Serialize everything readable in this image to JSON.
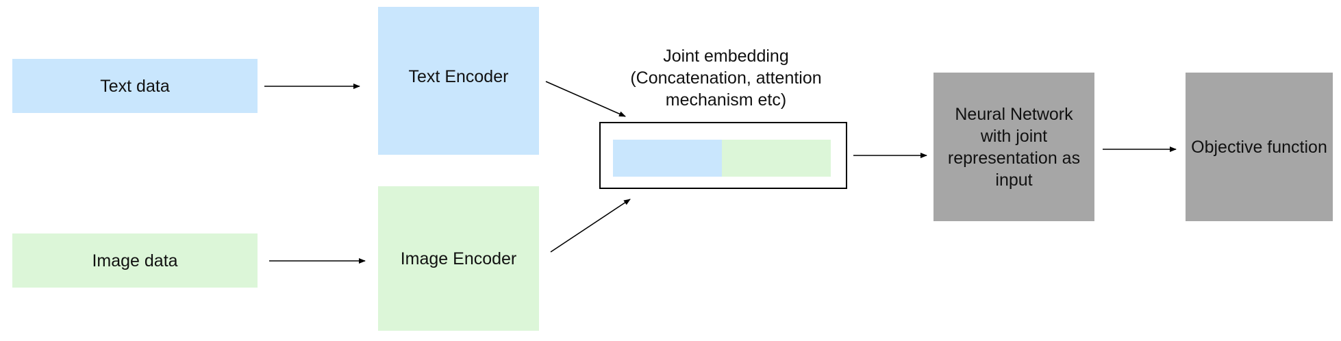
{
  "diagram": {
    "nodes": {
      "text_data": "Text data",
      "image_data": "Image data",
      "text_encoder": "Text Encoder",
      "image_encoder": "Image Encoder",
      "joint_embedding": {
        "line1": "Joint embedding",
        "line2": "(Concatenation, attention",
        "line3": "mechanism etc)"
      },
      "neural_network": "Neural Network with joint representation as input",
      "objective_function": "Objective function"
    },
    "edges": [
      [
        "Text data",
        "Text Encoder"
      ],
      [
        "Image data",
        "Image Encoder"
      ],
      [
        "Text Encoder",
        "Joint embedding"
      ],
      [
        "Image Encoder",
        "Joint embedding"
      ],
      [
        "Joint embedding",
        "Neural Network with joint representation as input"
      ],
      [
        "Neural Network with joint representation as input",
        "Objective function"
      ]
    ],
    "colors": {
      "text_modality": "#c9e6fd",
      "image_modality": "#dcf6d8",
      "model_block": "#a6a6a6",
      "arrow": "#000000"
    }
  }
}
